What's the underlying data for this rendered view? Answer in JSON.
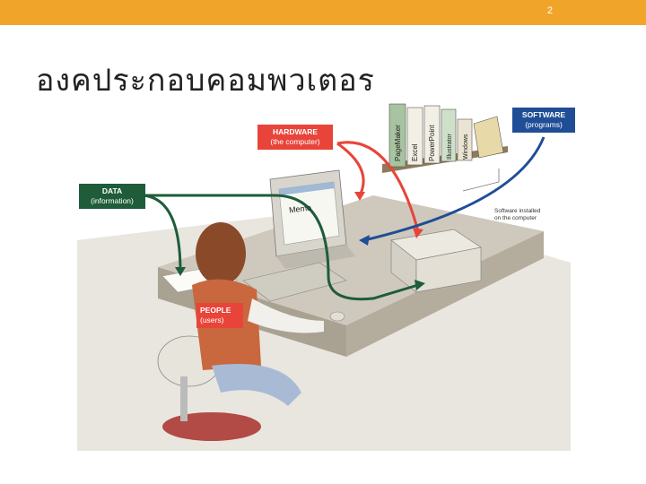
{
  "slide": {
    "number": "2",
    "title": "องคประกอบคอมพวเตอร",
    "accent_color": "#f0a52a"
  },
  "labels": {
    "hardware": {
      "title": "HARDWARE",
      "sub": "(the computer)",
      "color": "#e8443a"
    },
    "software": {
      "title": "SOFTWARE",
      "sub": "(programs)",
      "color": "#1f4e96"
    },
    "data": {
      "title": "DATA",
      "sub": "(information)",
      "color": "#1e5c3a"
    },
    "people": {
      "title": "PEOPLE",
      "sub": "(users)",
      "color": "#e8443a"
    }
  },
  "annotation": {
    "line1": "Software installed",
    "line2": "on the computer"
  },
  "screen_text": "Memo",
  "books": [
    "PageMaker",
    "Excel",
    "PowerPoint",
    "Illustrator",
    "Windows"
  ]
}
